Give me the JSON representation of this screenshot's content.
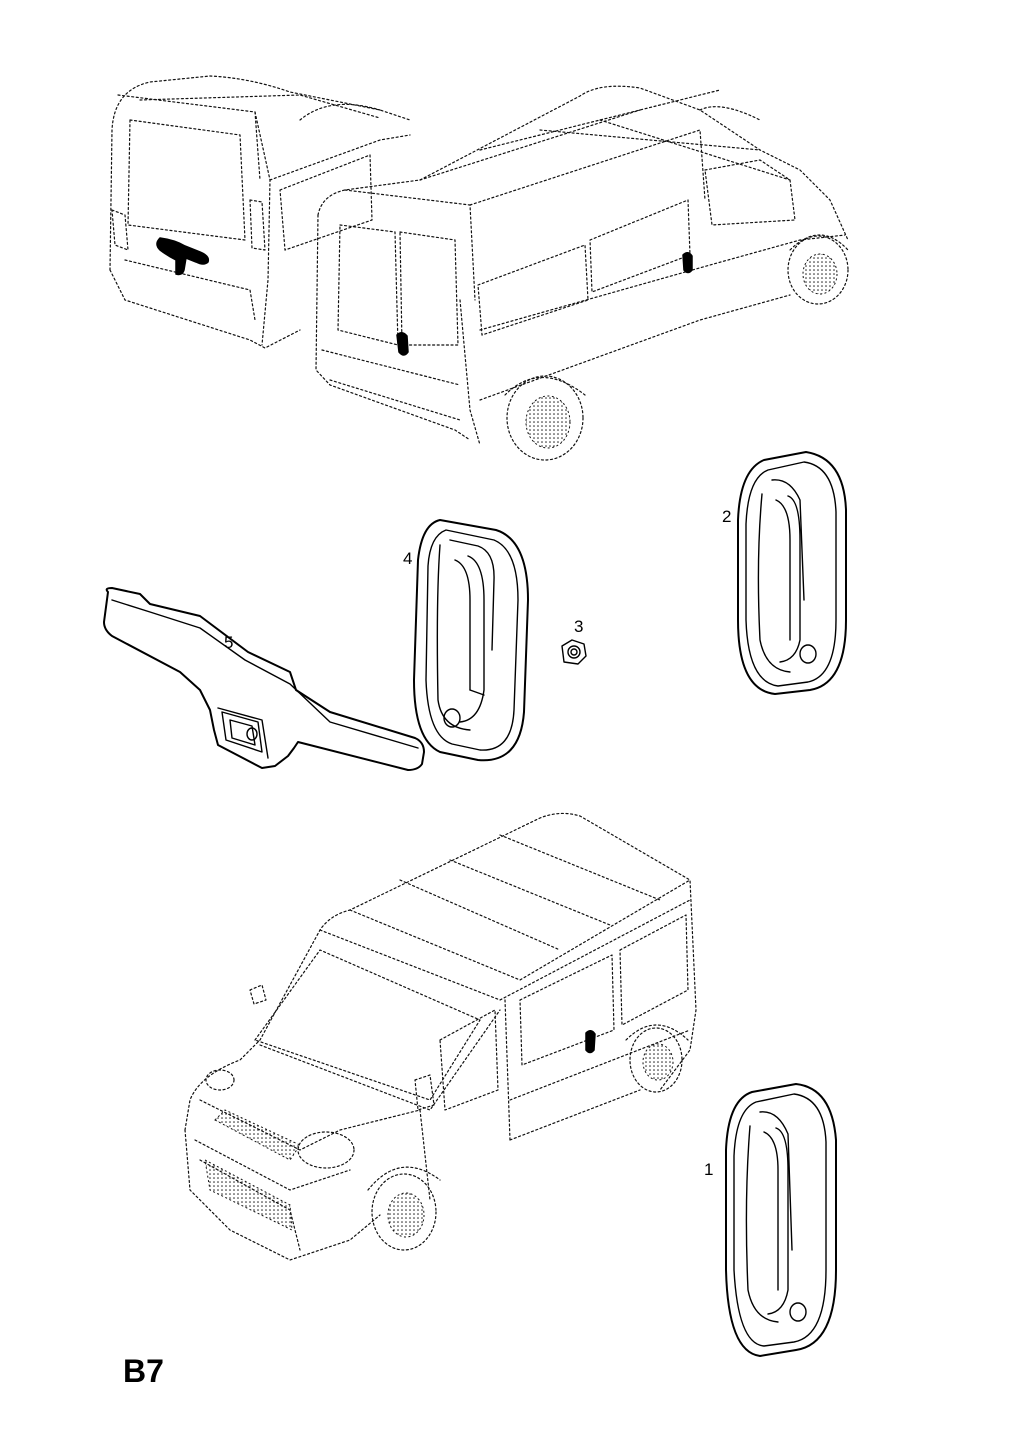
{
  "page": {
    "code": "B7"
  },
  "callouts": [
    {
      "id": "1",
      "text": "1"
    },
    {
      "id": "2",
      "text": "2"
    },
    {
      "id": "3",
      "text": "3"
    },
    {
      "id": "4",
      "text": "4"
    },
    {
      "id": "5",
      "text": "5"
    }
  ],
  "colors": {
    "line": "#000000",
    "background": "#ffffff"
  }
}
